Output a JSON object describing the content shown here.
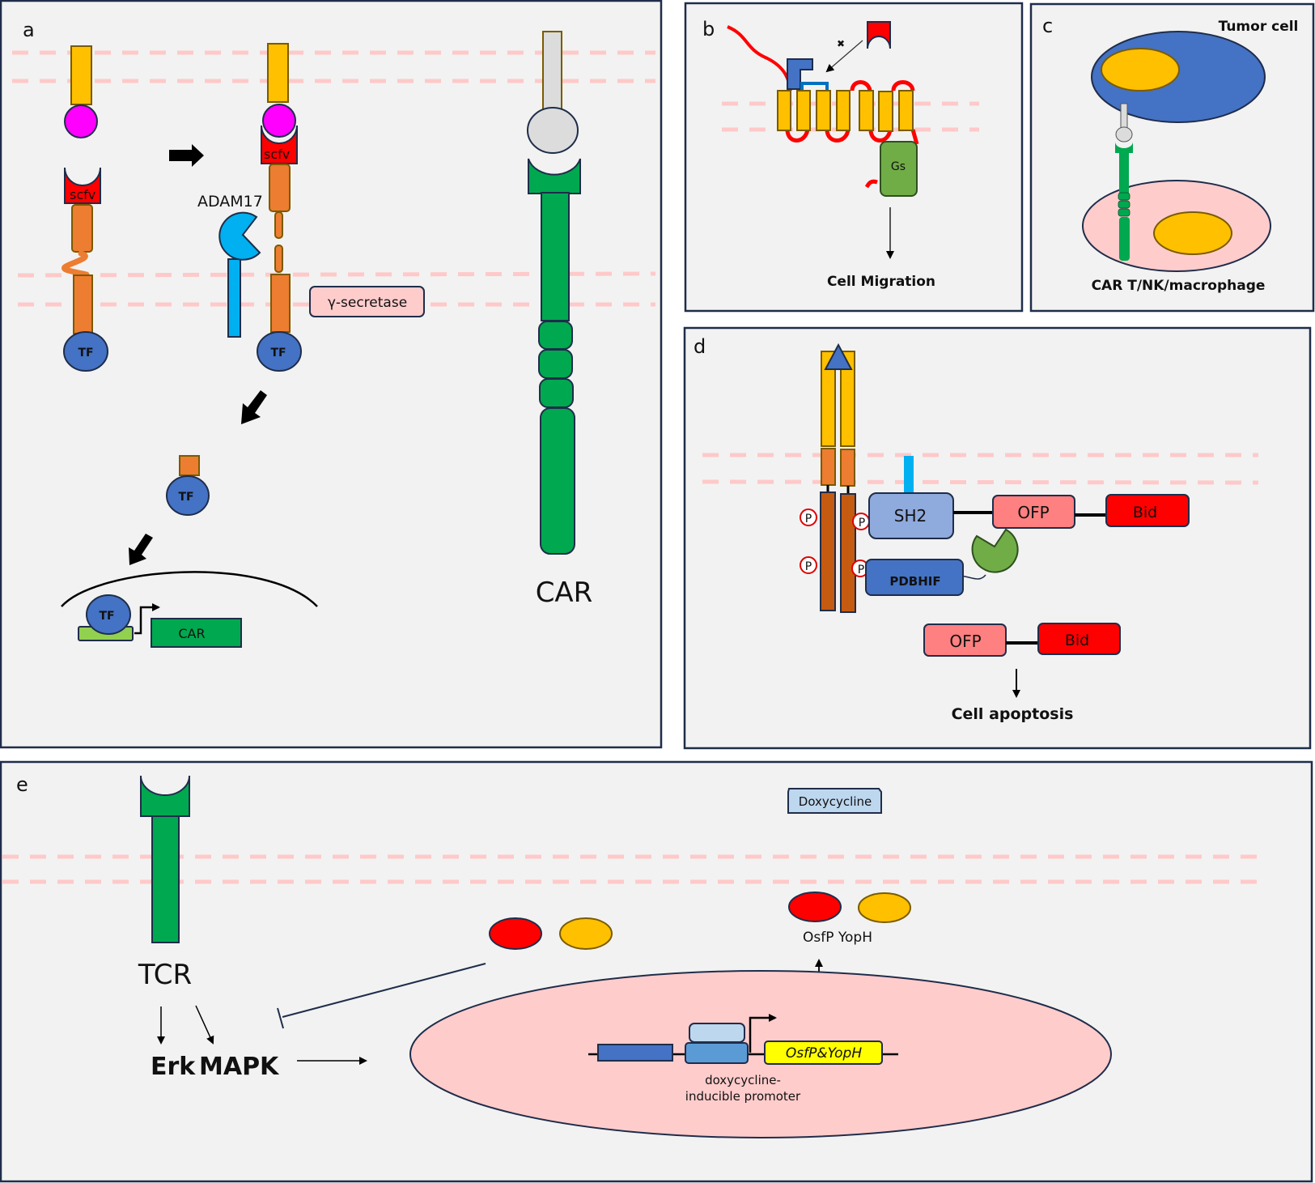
{
  "figure": {
    "panels": [
      {
        "id": "a",
        "label": "a"
      },
      {
        "id": "b",
        "label": "b"
      },
      {
        "id": "c",
        "label": "c"
      },
      {
        "id": "d",
        "label": "d"
      },
      {
        "id": "e",
        "label": "e"
      }
    ]
  },
  "panel_a": {
    "label": "a",
    "scfv_label": "scfv",
    "adam17_label": "ADAM17",
    "gamma_secretase_label": "γ-secretase",
    "tf_label": "TF",
    "gene_label": "CAR",
    "car_label": "CAR"
  },
  "panel_b": {
    "label": "b",
    "gs_label": "Gs",
    "inhibit_mark": "✖",
    "outcome_label": "Cell Migration"
  },
  "panel_c": {
    "label": "c",
    "tumor_label": "Tumor cell",
    "effector_label": "CAR T/NK/macrophage"
  },
  "panel_d": {
    "label": "d",
    "phospho_label": "P",
    "sh2_label": "SH2",
    "ofp_label": "OFP",
    "bid_label": "Bid",
    "pdbhif_label": "PDBHIF",
    "outcome_label": "Cell apoptosis"
  },
  "panel_e": {
    "label": "e",
    "tcr_label": "TCR",
    "erk_label": "Erk",
    "mapk_label": "MAPK",
    "drug_label": "Doxycycline",
    "proteins_label": "OsfP YopH",
    "gene_label": "OsfP&YopH",
    "promoter_label_line1": "doxycycline-",
    "promoter_label_line2": "inducible promoter"
  },
  "colors": {
    "panel_bg": "#f2f2f2",
    "border": "#1f2d4a",
    "membrane": "#ffc9c9",
    "yellow": "#ffc000",
    "magenta": "#ff00ff",
    "red": "#ff0000",
    "orange": "#ed7d31",
    "dark_orange": "#c55a11",
    "blue": "#4472c4",
    "cyan": "#00b0f0",
    "green": "#00a84f",
    "olive_green": "#70ad47",
    "pink": "#ffcccc",
    "salmon": "#ff8080",
    "light_blue": "#bdd7ee",
    "gene_yellow": "#ffff00",
    "lime": "#92d050"
  }
}
